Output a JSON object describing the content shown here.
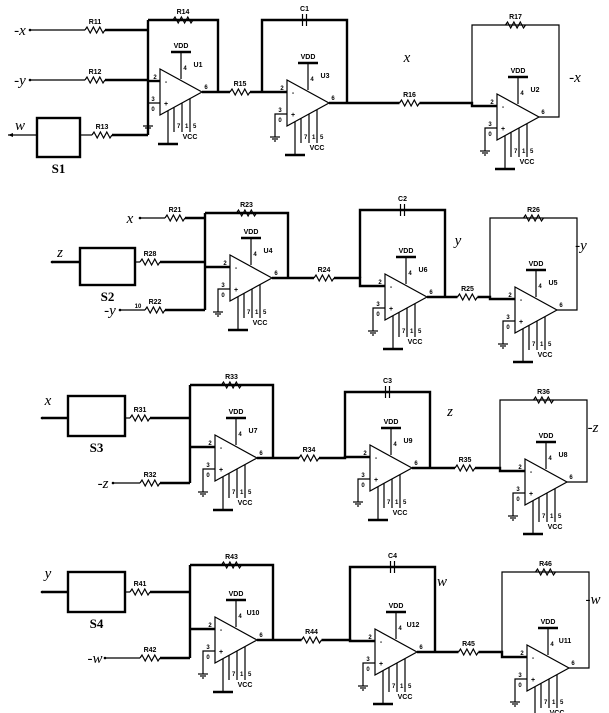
{
  "supply": {
    "vdd": "VDD",
    "vcc": "VCC"
  },
  "pins": {
    "inv": "2",
    "noninv": "3",
    "out": "6",
    "vdd": "4",
    "extra": [
      "7",
      "1",
      "5"
    ],
    "ground": "0",
    "minus": "-",
    "plus": "+"
  },
  "rows": [
    {
      "block": "S1",
      "block_io": "w",
      "inputs": [
        {
          "label": "-x",
          "res": "R11"
        },
        {
          "label": "-y",
          "res": "R12"
        }
      ],
      "block_res": "R13",
      "fb1": "R14",
      "op1": "U1",
      "r2": "R15",
      "cap": "C1",
      "op2": "U3",
      "out2": "x",
      "r3": "R16",
      "fb3": "R17",
      "op3": "U2",
      "out3": "-x"
    },
    {
      "block": "S2",
      "block_io": "z",
      "inputs": [
        {
          "label": "x",
          "res": "R21"
        },
        {
          "label": "-y",
          "res": "R22",
          "extra": "10"
        }
      ],
      "block_res": "R28",
      "fb1": "R23",
      "op1": "U4",
      "r2": "R24",
      "cap": "C2",
      "op2": "U6",
      "out2": "y",
      "r3": "R25",
      "fb3": "R26",
      "op3": "U5",
      "out3": "-y"
    },
    {
      "block": "S3",
      "block_io": "x",
      "inputs": [
        {
          "label": "-z",
          "res": "R32"
        }
      ],
      "block_res": "R31",
      "fb1": "R33",
      "op1": "U7",
      "r2": "R34",
      "cap": "C3",
      "op2": "U9",
      "out2": "z",
      "r3": "R35",
      "fb3": "R36",
      "op3": "U8",
      "out3": "-z"
    },
    {
      "block": "S4",
      "block_io": "y",
      "inputs": [
        {
          "label": "-w",
          "res": "R42"
        }
      ],
      "block_res": "R41",
      "fb1": "R43",
      "op1": "U10",
      "r2": "R44",
      "cap": "C4",
      "op2": "U12",
      "out2": "w",
      "r3": "R45",
      "fb3": "R46",
      "op3": "U11",
      "out3": "-w"
    }
  ]
}
